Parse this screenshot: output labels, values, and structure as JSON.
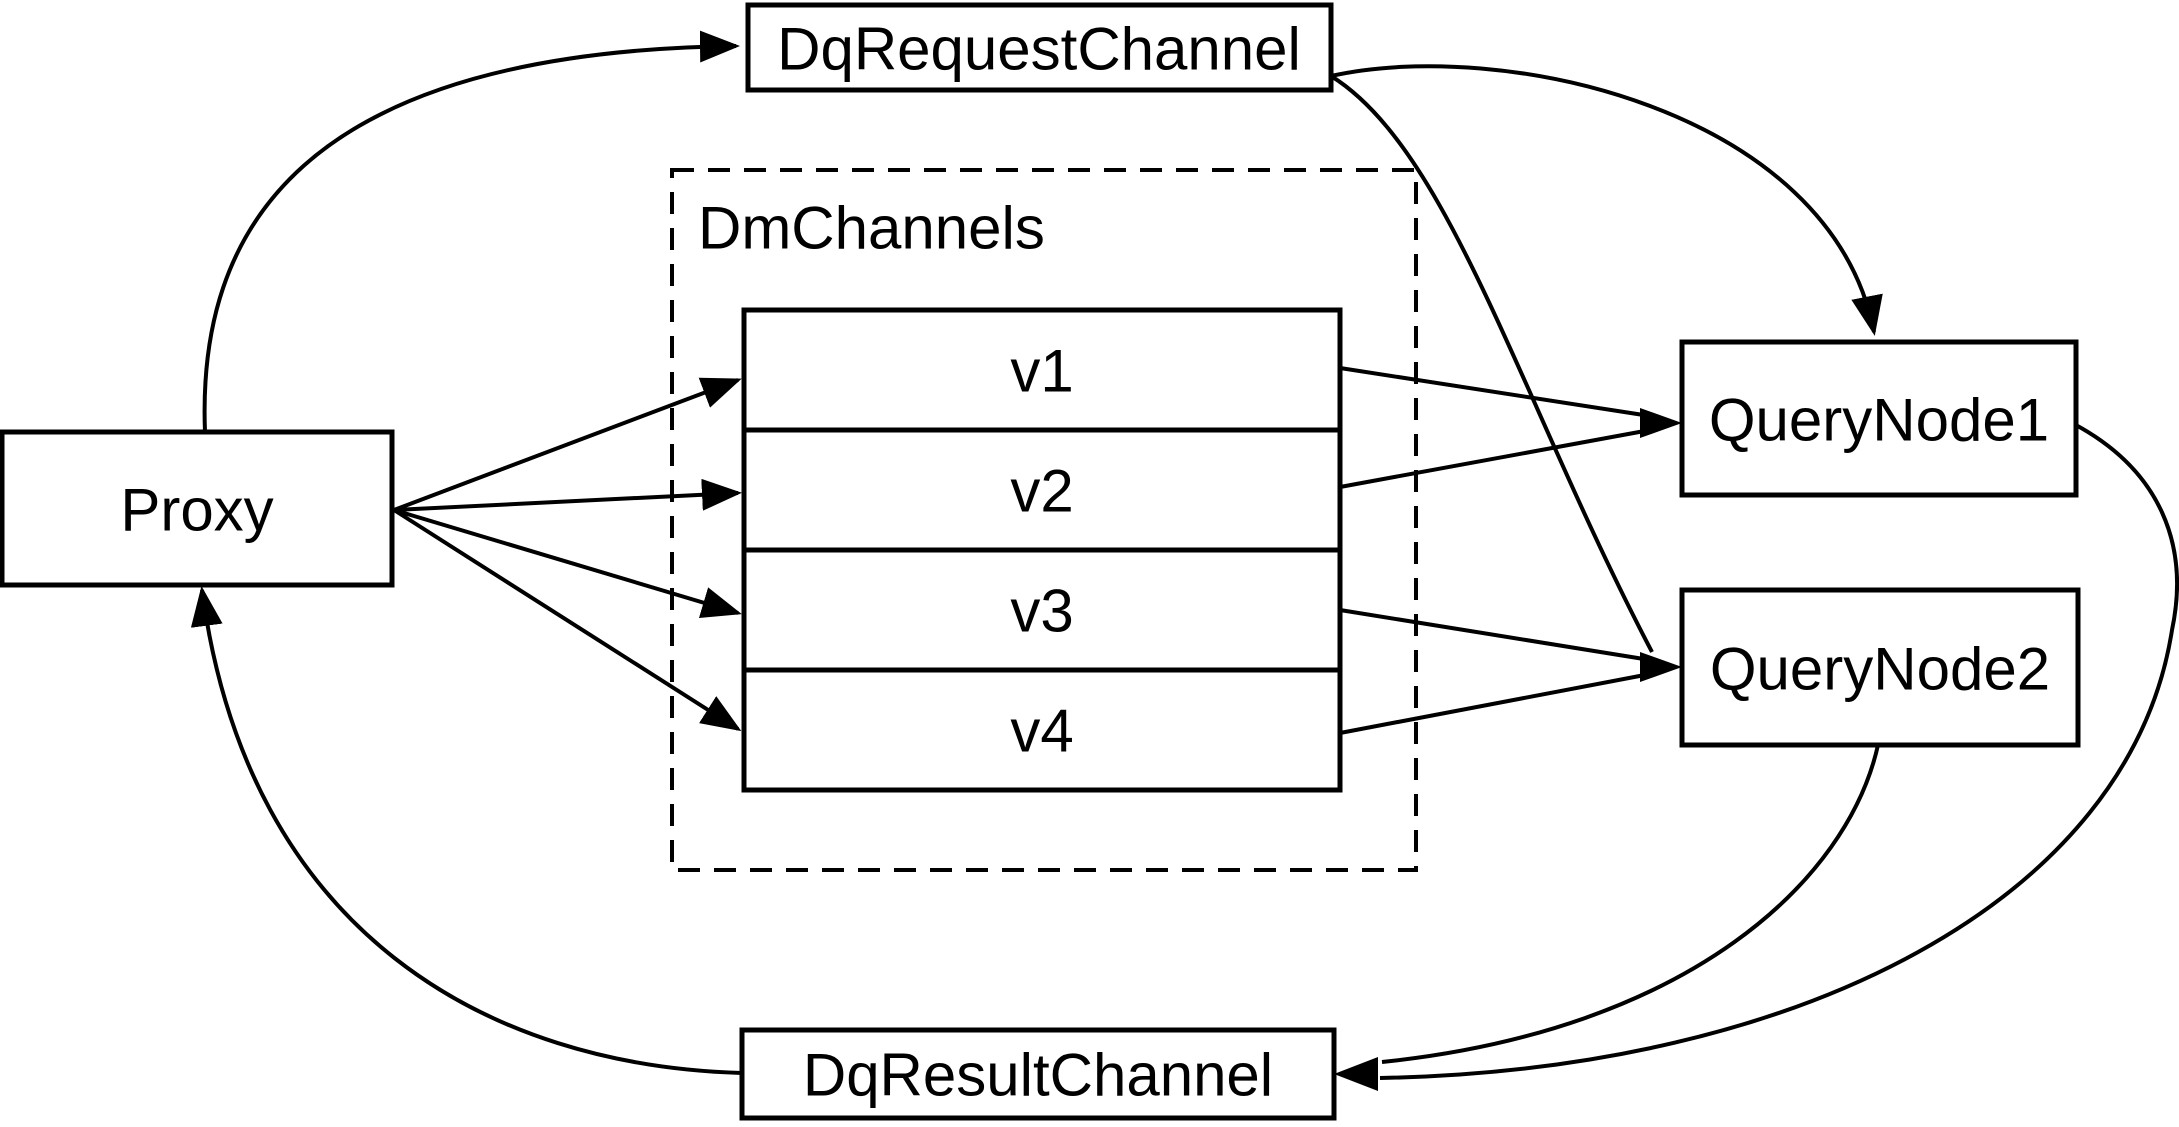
{
  "colors": {
    "background": "#ffffff",
    "node_fill": "#ffffff",
    "stroke": "#000000",
    "text": "#000000"
  },
  "nodes": {
    "proxy": {
      "label": "Proxy"
    },
    "dq_request_channel": {
      "label": "DqRequestChannel"
    },
    "dm_channels": {
      "label": "DmChannels",
      "channels": [
        "v1",
        "v2",
        "v3",
        "v4"
      ]
    },
    "query_node_1": {
      "label": "QueryNode1"
    },
    "query_node_2": {
      "label": "QueryNode2"
    },
    "dq_result_channel": {
      "label": "DqResultChannel"
    }
  },
  "edges": [
    {
      "from": "Proxy",
      "to": "DqRequestChannel"
    },
    {
      "from": "Proxy",
      "to": "v1"
    },
    {
      "from": "Proxy",
      "to": "v2"
    },
    {
      "from": "Proxy",
      "to": "v3"
    },
    {
      "from": "Proxy",
      "to": "v4"
    },
    {
      "from": "DqRequestChannel",
      "to": "QueryNode1"
    },
    {
      "from": "DqRequestChannel",
      "to": "QueryNode2"
    },
    {
      "from": "v1",
      "to": "QueryNode1"
    },
    {
      "from": "v2",
      "to": "QueryNode1"
    },
    {
      "from": "v3",
      "to": "QueryNode2"
    },
    {
      "from": "v4",
      "to": "QueryNode2"
    },
    {
      "from": "QueryNode1",
      "to": "DqResultChannel"
    },
    {
      "from": "QueryNode2",
      "to": "DqResultChannel"
    },
    {
      "from": "DqResultChannel",
      "to": "Proxy"
    }
  ]
}
